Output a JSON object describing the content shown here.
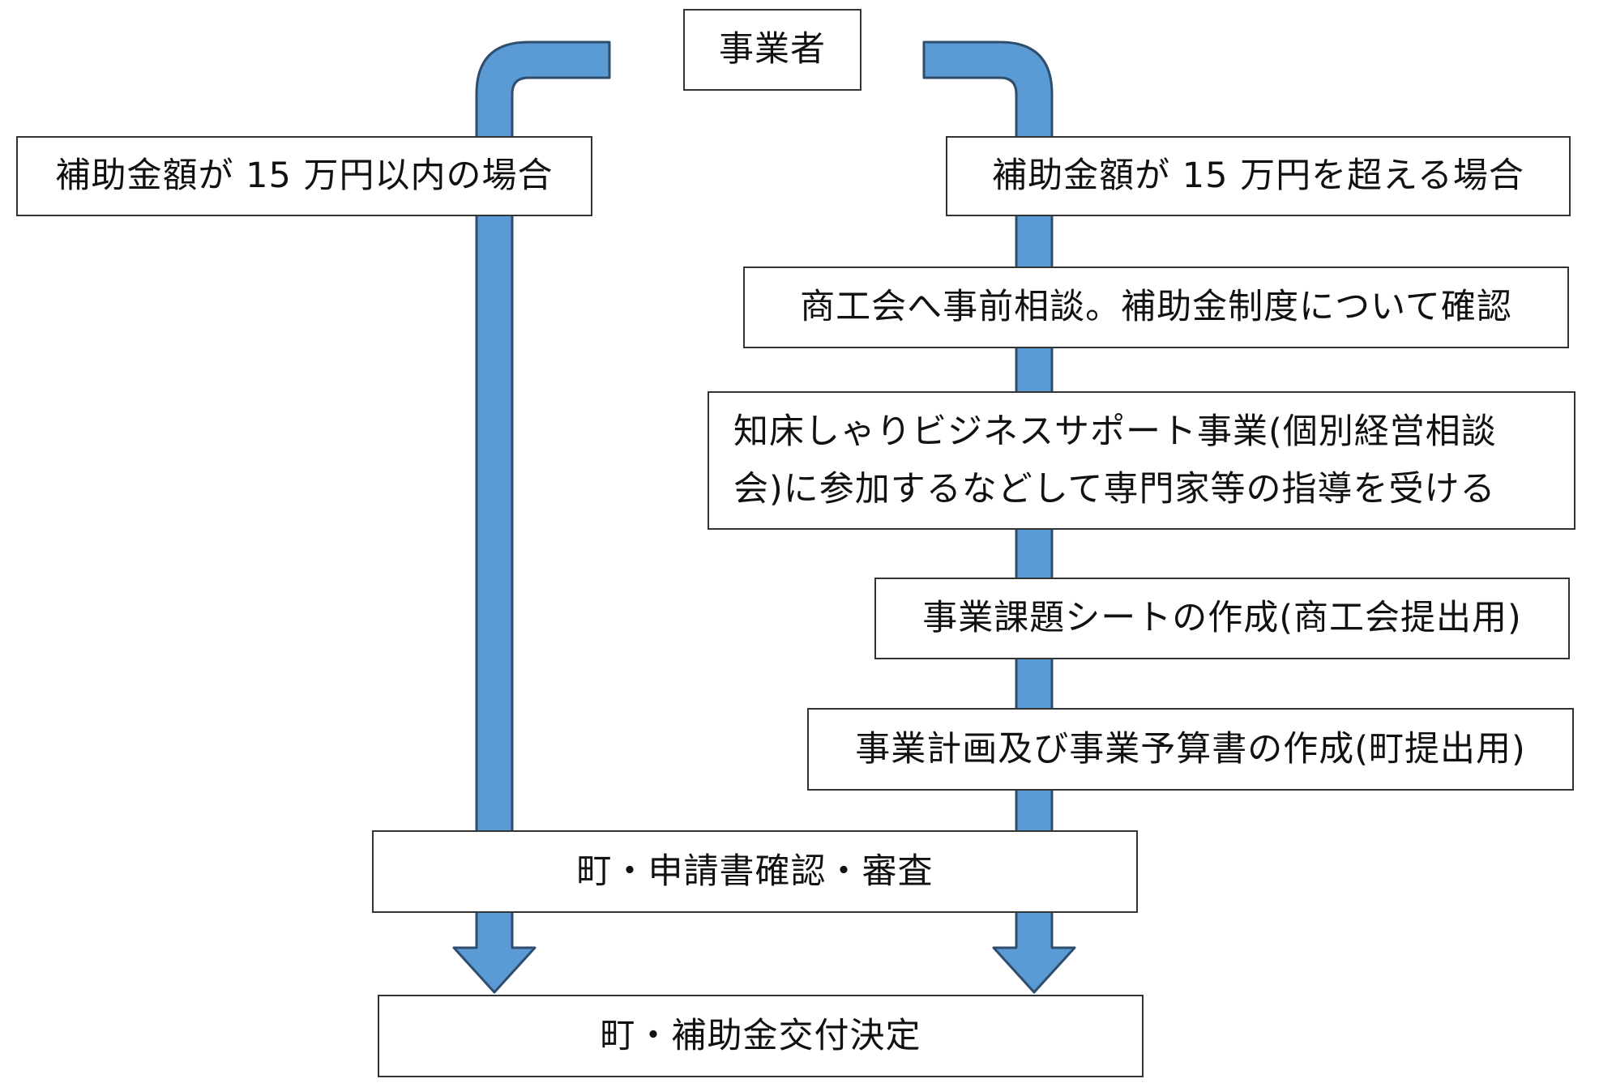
{
  "diagram": {
    "start": "事業者",
    "left_branch": "補助金額が 15 万円以内の場合",
    "right_branch": "補助金額が 15 万円を超える場合",
    "steps": [
      "商工会へ事前相談。補助金制度について確認",
      "知床しゃりビジネスサポート事業(個別経営相談",
      "会)に参加するなどして専門家等の指導を受ける",
      "事業課題シートの作成(商工会提出用)",
      "事業計画及び事業予算書の作成(町提出用)"
    ],
    "review": "町・申請書確認・審査",
    "final": "町・補助金交付決定"
  },
  "colors": {
    "arrow_fill": "#5B9BD5",
    "arrow_stroke": "#2F4E6E",
    "box_border": "#333333"
  }
}
